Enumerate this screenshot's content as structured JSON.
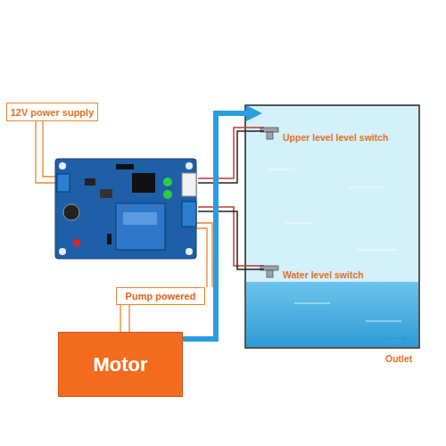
{
  "diagram": {
    "nodes": [
      {
        "text": [
          "12V power supply"
        ]
      },
      {
        "text": [
          "Pump powered"
        ]
      },
      {
        "text": [
          "Motor"
        ]
      }
    ],
    "edges": [
      {
        "from": 1,
        "to": 2,
        "arrow": "none"
      }
    ],
    "labels": [
      "Upper level level switch",
      "Water level switch",
      "Outlet"
    ]
  }
}
